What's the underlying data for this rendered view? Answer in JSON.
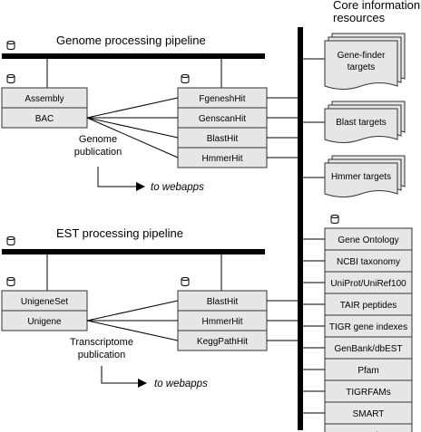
{
  "core_resources_title": [
    "Core information",
    "resources"
  ],
  "genome": {
    "title": "Genome processing pipeline",
    "left_items": [
      "Assembly",
      "BAC"
    ],
    "hit_items": [
      "FgeneshHit",
      "GenscanHit",
      "BlastHit",
      "HmmerHit"
    ],
    "publication": [
      "Genome",
      "publication"
    ],
    "webapps": "to webapps"
  },
  "est": {
    "title": "EST processing pipeline",
    "left_items": [
      "UnigeneSet",
      "Unigene"
    ],
    "hit_items": [
      "BlastHit",
      "HmmerHit",
      "KeggPathHit"
    ],
    "publication": [
      "Transcriptome",
      "publication"
    ],
    "webapps": "to webapps"
  },
  "targets": [
    [
      "Gene-finder",
      "targets"
    ],
    [
      "Blast targets"
    ],
    [
      "Hmmer targets"
    ]
  ],
  "resources": [
    "Gene Ontology",
    "NCBI taxonomy",
    "UniProt/UniRef100",
    "TAIR peptides",
    "TIGR gene indexes",
    "GenBank/dbEST",
    "Pfam",
    "TIGRFAMs",
    "SMART",
    "KEGG pathways"
  ],
  "colors": {
    "box_fill": "#e6e6e6",
    "line": "#000000"
  }
}
